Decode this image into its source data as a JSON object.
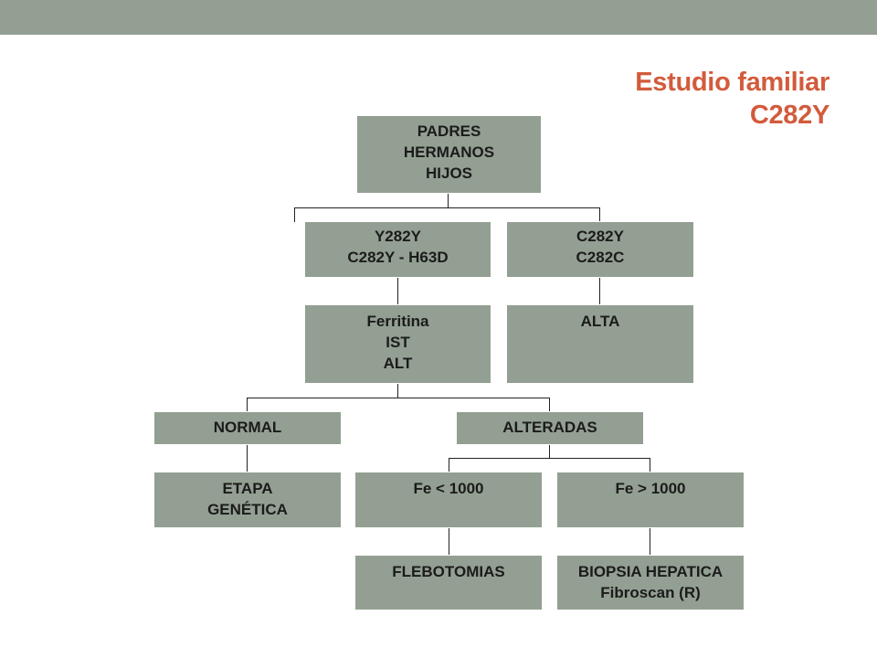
{
  "slide": {
    "title_line1": "Estudio familiar",
    "title_line2": "C282Y",
    "accent_color": "#d25b3c",
    "box_color": "#939f92"
  },
  "diagram": {
    "nodes": {
      "padres": [
        "PADRES",
        "HERMANOS",
        "HIJOS"
      ],
      "y282y": [
        "Y282Y",
        "C282Y - H63D"
      ],
      "c282y": [
        "C282Y",
        "C282C"
      ],
      "ferritina": [
        "Ferritina",
        "IST",
        "ALT"
      ],
      "alta": [
        "ALTA"
      ],
      "normal": [
        "NORMAL"
      ],
      "alteradas": [
        "ALTERADAS"
      ],
      "etapa": [
        "ETAPA",
        "GENÉTICA"
      ],
      "fe_low": [
        "Fe < 1000"
      ],
      "fe_high": [
        "Fe > 1000"
      ],
      "flebotomias": [
        "FLEBOTOMIAS"
      ],
      "biopsia": [
        "BIOPSIA HEPATICA",
        "Fibroscan (R)"
      ]
    },
    "edges": [
      [
        "padres",
        "y282y"
      ],
      [
        "padres",
        "c282y"
      ],
      [
        "y282y",
        "ferritina"
      ],
      [
        "c282y",
        "alta"
      ],
      [
        "ferritina",
        "normal"
      ],
      [
        "ferritina",
        "alteradas"
      ],
      [
        "normal",
        "etapa"
      ],
      [
        "alteradas",
        "fe_low"
      ],
      [
        "alteradas",
        "fe_high"
      ],
      [
        "fe_low",
        "flebotomias"
      ],
      [
        "fe_high",
        "biopsia"
      ]
    ]
  }
}
